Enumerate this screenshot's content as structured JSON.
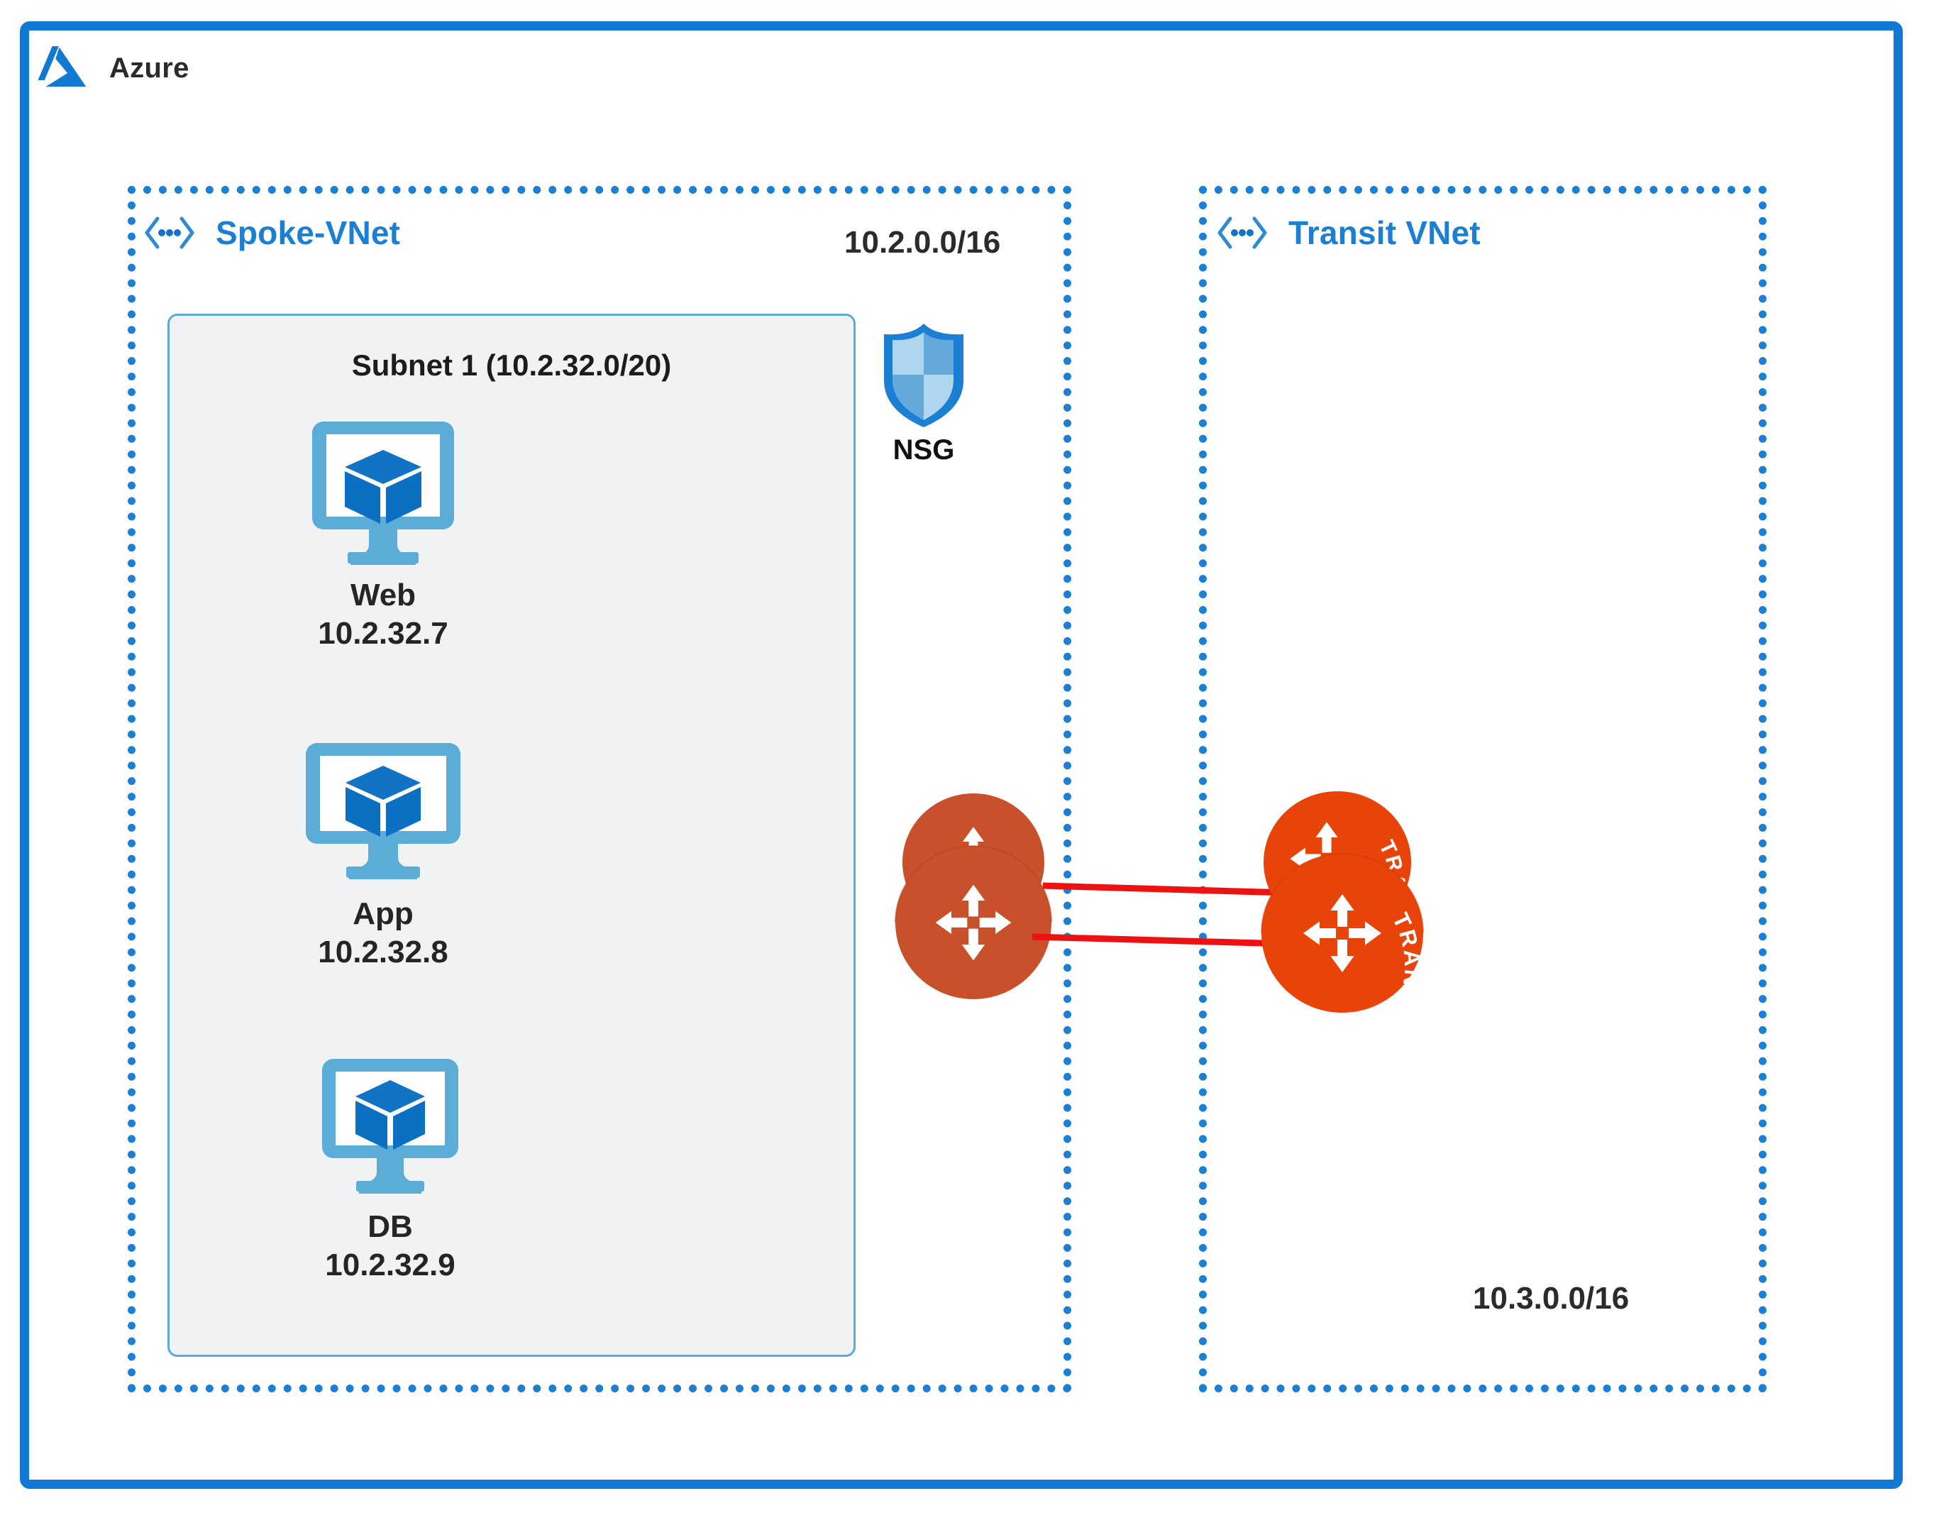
{
  "page": {
    "background": "#ffffff",
    "accent_blue": "#1178D4",
    "vnet_border_color": "#1B7FD4",
    "subnet_fill": "#F0F2F4",
    "subnet_border": "#5BA9DE",
    "vm_frame_color": "#5BACD6",
    "vm_cube_color": "#0B6FC2",
    "router_left_color": "#C8502A",
    "router_right_color": "#E8440A",
    "link_color": "#EE1111",
    "text_color": "#252525"
  },
  "cloud": {
    "title": "Azure",
    "logo_icon": "azure-logo-icon"
  },
  "vnets": [
    {
      "id": "spoke",
      "name": "Spoke-VNet",
      "cidr": "10.2.0.0/16",
      "icon": "vnet-icon",
      "cidr_position": "top-right"
    },
    {
      "id": "transit",
      "name": "Transit VNet",
      "cidr": "10.3.0.0/16",
      "icon": "vnet-icon",
      "cidr_position": "bottom-right"
    }
  ],
  "subnet": {
    "title": "Subnet 1 (10.2.32.0/20)",
    "vms": [
      {
        "name": "Web",
        "ip": "10.2.32.7",
        "icon": "virtual-machine-icon"
      },
      {
        "name": "App",
        "ip": "10.2.32.8",
        "icon": "virtual-machine-icon"
      },
      {
        "name": "DB",
        "ip": "10.2.32.9",
        "icon": "virtual-machine-icon"
      }
    ]
  },
  "nsg": {
    "label": "NSG",
    "icon": "shield-icon"
  },
  "routers": [
    {
      "id": "spoke-router",
      "icon": "router-icon",
      "caption": "",
      "color": "#C8502A"
    },
    {
      "id": "transit-router",
      "icon": "router-icon",
      "caption": "TRANSIT",
      "color": "#E8440A"
    }
  ],
  "links": [
    {
      "from": "spoke-router",
      "to": "transit-router",
      "color": "#EE1111"
    },
    {
      "from": "spoke-router",
      "to": "transit-router",
      "color": "#EE1111"
    }
  ]
}
